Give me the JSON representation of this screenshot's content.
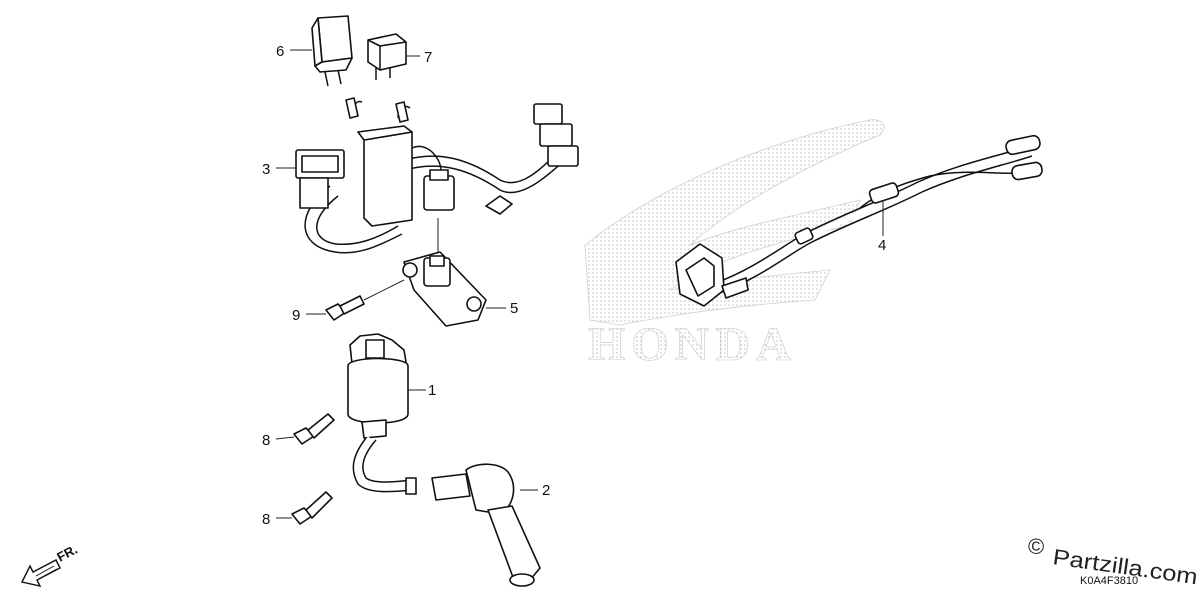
{
  "callouts": [
    "1",
    "2",
    "3",
    "4",
    "5",
    "6",
    "7",
    "8",
    "8",
    "9"
  ],
  "watermark": {
    "brand": "HONDA"
  },
  "direction": {
    "label": "FR."
  },
  "figure_code": "K0A4F3810",
  "copyright": {
    "symbol": "©",
    "text": "Partzilla.com"
  }
}
